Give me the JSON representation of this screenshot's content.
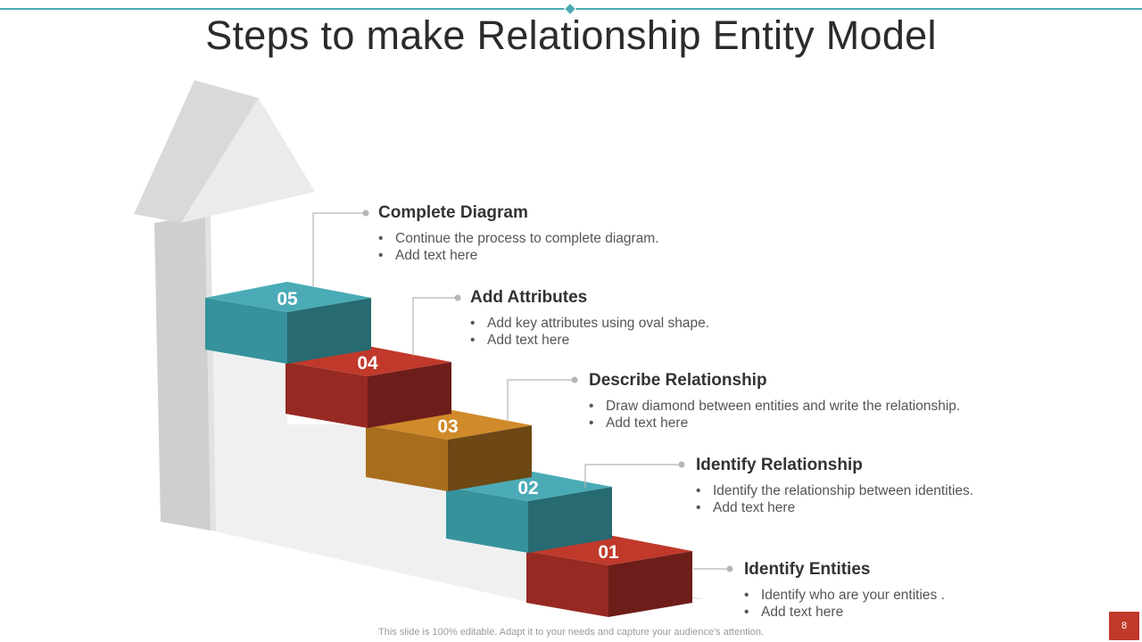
{
  "title": "Steps to make Relationship Entity Model",
  "accent_color": "#4aa9b3",
  "steps": [
    {
      "number": "01",
      "heading": "Identify Entities",
      "bullets": [
        "Identify  who are your entities .",
        "Add text here"
      ],
      "color_top": "#c0392b",
      "color_front": "#962a22",
      "color_side": "#6e1e1a"
    },
    {
      "number": "02",
      "heading": "Identify Relationship",
      "bullets": [
        "Identify  the relationship between identities.",
        "Add text here"
      ],
      "color_top": "#4aabb6",
      "color_front": "#36929c",
      "color_side": "#276a71"
    },
    {
      "number": "03",
      "heading": "Describe Relationship",
      "bullets": [
        "Draw diamond between entities and write the relationship.",
        "Add text here"
      ],
      "color_top": "#d08a2a",
      "color_front": "#a86e1e",
      "color_side": "#6d4714"
    },
    {
      "number": "04",
      "heading": "Add Attributes",
      "bullets": [
        "Add key attributes using oval shape.",
        "Add text here"
      ],
      "color_top": "#c0392b",
      "color_front": "#962a22",
      "color_side": "#6e1e1a"
    },
    {
      "number": "05",
      "heading": "Complete Diagram",
      "bullets": [
        "Continue the process to complete diagram.",
        "Add text here"
      ],
      "color_top": "#4aabb6",
      "color_front": "#36929c",
      "color_side": "#276a71"
    }
  ],
  "footer": "This slide is 100% editable. Adapt it to your needs and capture your audience's attention.",
  "page_number": "8",
  "page_badge_color": "#c0392b"
}
